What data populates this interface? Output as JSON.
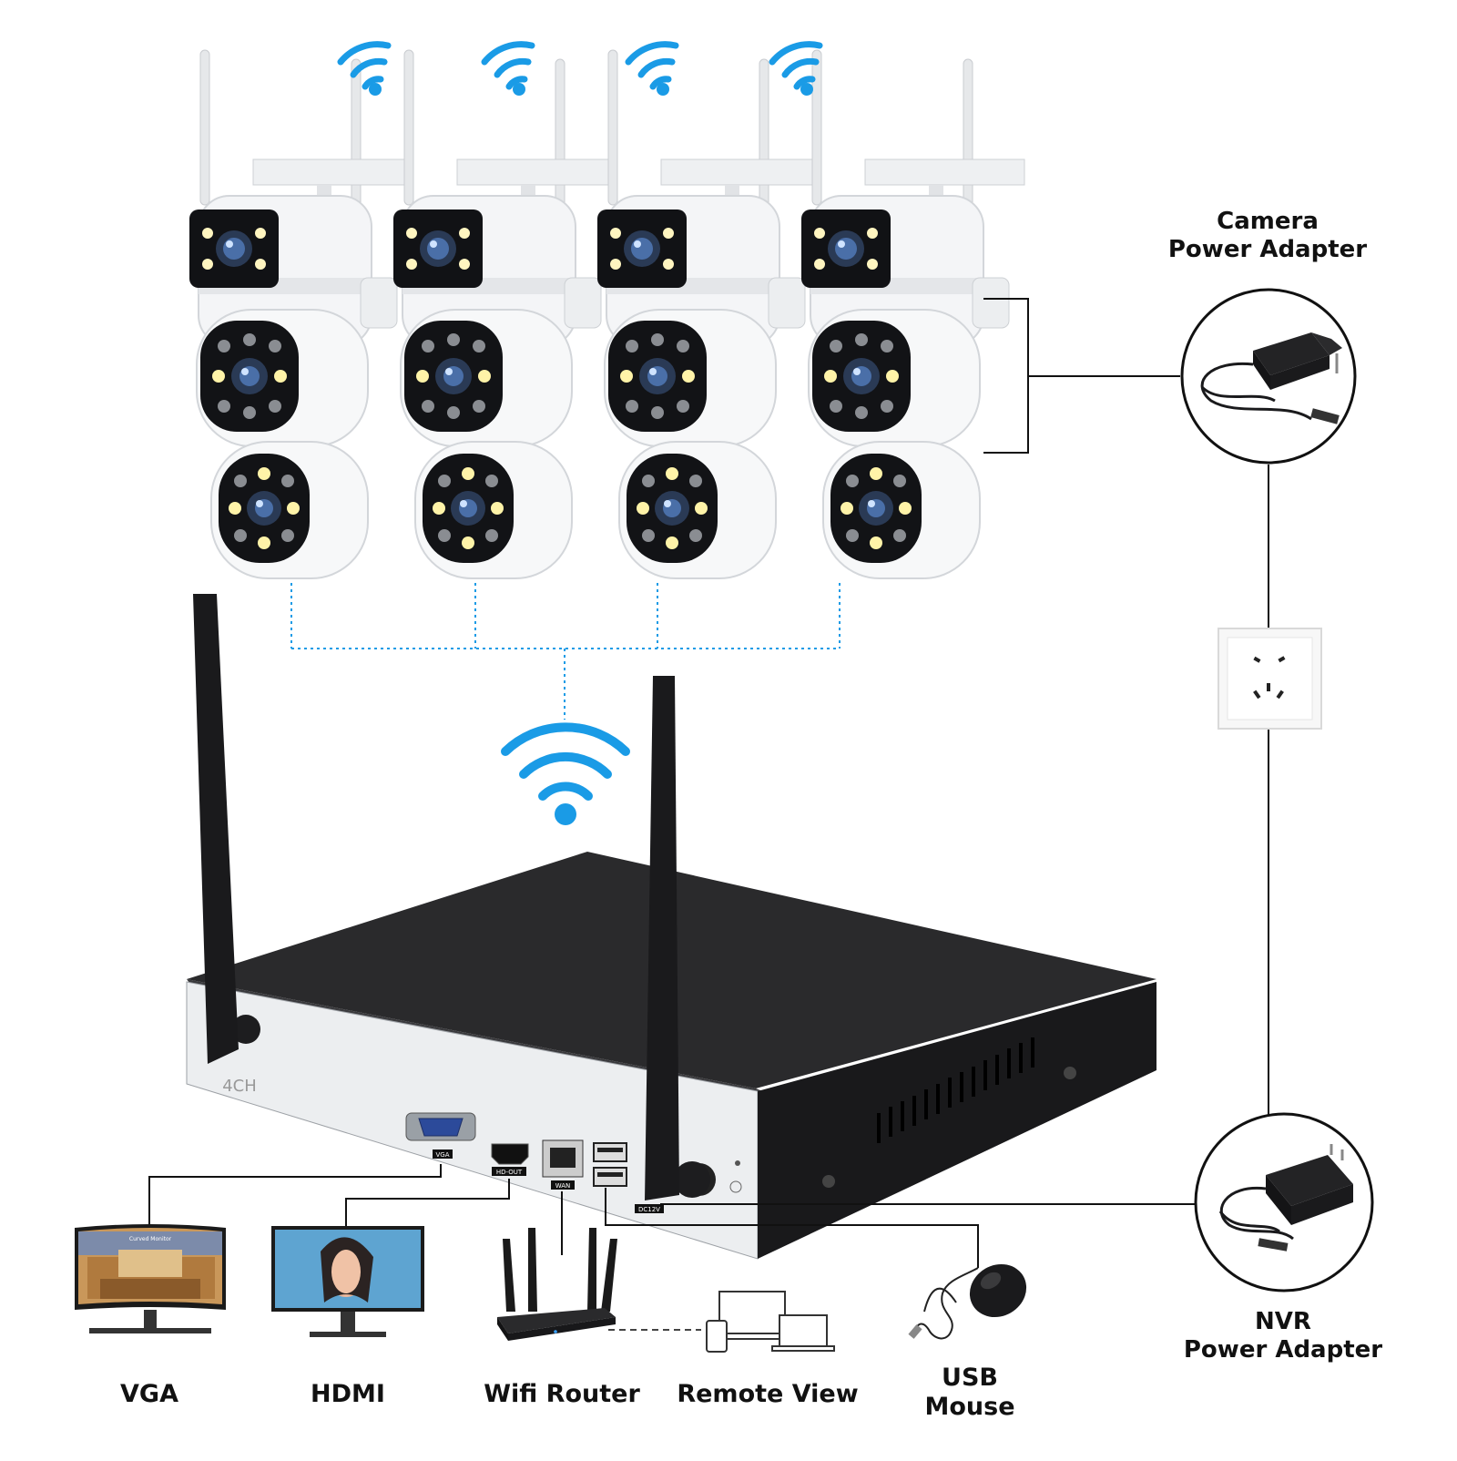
{
  "labels": {
    "camera_power_adapter": [
      "Camera",
      "Power Adapter"
    ],
    "nvr_power_adapter": [
      "NVR",
      "Power Adapter"
    ],
    "vga": "VGA",
    "hdmi": "HDMI",
    "wifi_router": "Wifi Router",
    "remote_view": "Remote View",
    "usb_mouse": [
      "USB",
      "Mouse"
    ]
  },
  "nvr": {
    "channel_mark": "4CH",
    "ports": {
      "vga": "VGA",
      "hdmi": "HD-OUT",
      "wan": "WAN",
      "power": "DC12V"
    }
  },
  "monitor_vga": {
    "brand_text": "Curved Monitor"
  },
  "colors": {
    "wifi_blue": "#1a9be6",
    "wire": "#111111",
    "nvr_top": "#2a2a2c",
    "nvr_front": "#eceef0",
    "camera_body": "#f2f3f5"
  },
  "icons": [
    "wifi-icon",
    "camera-icon",
    "nvr-icon",
    "antenna-icon",
    "power-adapter-icon",
    "wall-socket-icon",
    "monitor-icon",
    "router-icon",
    "mouse-icon",
    "laptop-icon",
    "phone-icon"
  ]
}
